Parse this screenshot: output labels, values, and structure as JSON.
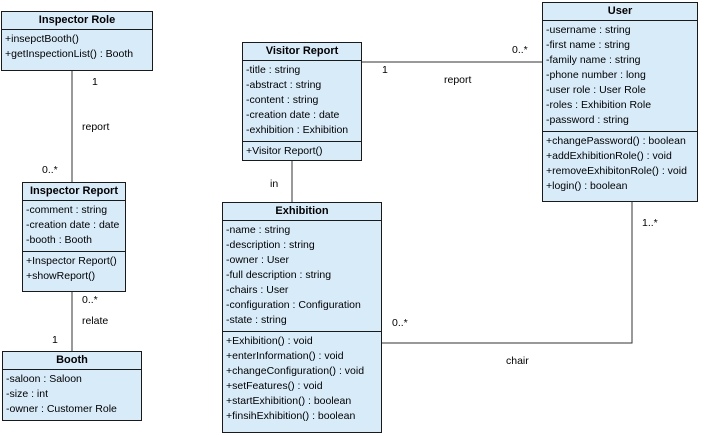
{
  "classes": {
    "inspector_role": {
      "name": "Inspector Role",
      "attributes": [],
      "operations": [
        "+insepctBooth()",
        "+getInspectionList() : Booth"
      ]
    },
    "inspector_report": {
      "name": "Inspector Report",
      "attributes": [
        "-comment : string",
        "-creation date : date",
        "-booth : Booth"
      ],
      "operations": [
        "+Inspector Report()",
        "+showReport()"
      ]
    },
    "booth": {
      "name": "Booth",
      "attributes": [
        "-saloon : Saloon",
        "-size : int",
        "-owner : Customer Role"
      ],
      "operations": []
    },
    "visitor_report": {
      "name": "Visitor Report",
      "attributes": [
        "-title : string",
        "-abstract : string",
        "-content : string",
        "-creation date : date",
        "-exhibition : Exhibition"
      ],
      "operations": [
        "+Visitor Report()"
      ]
    },
    "exhibition": {
      "name": "Exhibition",
      "attributes": [
        "-name : string",
        "-description : string",
        "-owner : User",
        "-full description : string",
        "-chairs : User",
        "-configuration : Configuration",
        "-state : string"
      ],
      "operations": [
        "+Exhibition() : void",
        "+enterInformation() : void",
        "+changeConfiguration() : void",
        "+setFeatures() : void",
        "+startExhibition() : boolean",
        "+finsihExhibition() : boolean"
      ]
    },
    "user": {
      "name": "User",
      "attributes": [
        "-username : string",
        "-first name : string",
        "-family name : string",
        "-phone number : long",
        "-user role : User Role",
        "-roles : Exhibition Role",
        "-password : string"
      ],
      "operations": [
        "+changePassword() : boolean",
        "+addExhibitionRole() : void",
        "+removeExhibitonRole() : void",
        "+login() : boolean"
      ]
    }
  },
  "associations": {
    "report_left": {
      "name": "report",
      "mult_top": "1",
      "mult_bottom": "0..*"
    },
    "relate": {
      "name": "relate",
      "mult_top": "0..*",
      "mult_bottom": "1"
    },
    "in": {
      "name": "in"
    },
    "report_right": {
      "name": "report",
      "mult_left": "1",
      "mult_right": "0..*"
    },
    "chair": {
      "name": "chair",
      "mult_left": "0..*",
      "mult_right": "1..*"
    }
  },
  "colors": {
    "class_fill": "#d8ebf8",
    "border": "#1a1a1a",
    "line": "#333333"
  }
}
